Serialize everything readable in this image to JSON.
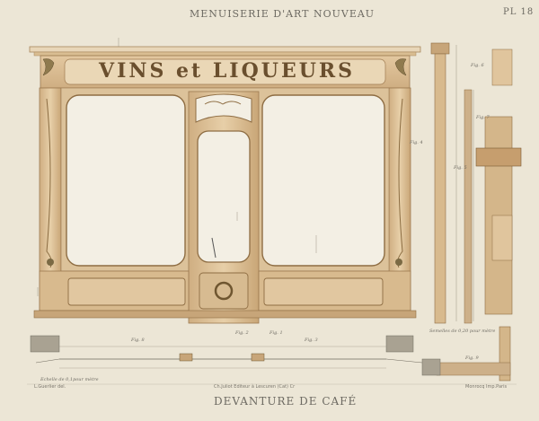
{
  "plate": {
    "header_title": "MENUISERIE D'ART NOUVEAU",
    "plate_number": "PL 18",
    "shop_sign": "VINS et LIQUEURS",
    "footer_title": "DEVANTURE DE CAFÉ",
    "credit_left": "L.Guerlier del.",
    "credit_center": "Ch.Juliot Editeur à Lescuren (Cat) Cr",
    "credit_right": "Monrocq Imp.Paris"
  },
  "figure_labels": {
    "fig1": "Fig. 1",
    "fig2": "Fig. 2",
    "fig3": "Fig. 3",
    "fig4": "Fig. 4",
    "fig5": "Fig. 5",
    "fig6": "Fig. 6",
    "fig7": "Fig. 7",
    "fig8": "Fig. 8",
    "fig9": "Fig. 9"
  },
  "annotations": {
    "scale_left": "Echelle de 0,1pour mètre",
    "scale_right": "Semelles de 0,20 pour mètre"
  }
}
